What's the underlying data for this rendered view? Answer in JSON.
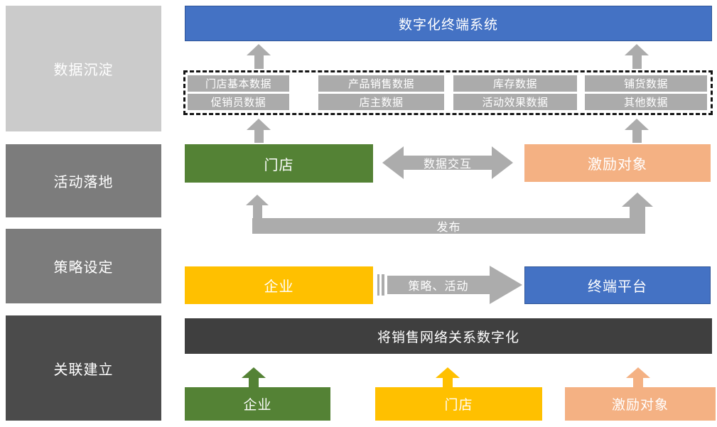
{
  "stages": [
    "数据沉淀",
    "活动落地",
    "策略设定",
    "关联建立"
  ],
  "top_bar": {
    "label": "数字化终端系统"
  },
  "data_boxes": {
    "row1": [
      "门店基本数据",
      "产品销售数据",
      "库存数据",
      "铺货数据"
    ],
    "row2": [
      "促销员数据",
      "店主数据",
      "活动效果数据",
      "其他数据"
    ]
  },
  "activity": {
    "store": "门店",
    "data_exchange": "数据交互",
    "incentive": "激励对象",
    "publish": "发布"
  },
  "strategy": {
    "enterprise": "企业",
    "arrow_label": "策略、活动",
    "platform": "终端平台"
  },
  "relation": {
    "banner": "将销售网络关系数字化",
    "enterprise": "企业",
    "store": "门店",
    "incentive": "激励对象"
  },
  "colors": {
    "blue": "#4472C4",
    "blue_border": "#2F5597",
    "green": "#548235",
    "yellow": "#FFC000",
    "orange": "#F4B183",
    "gray_arrow": "#ACACAC",
    "gray_box": "#ABABAB",
    "gray_light": "#CBCBCB",
    "gray_mid": "#7C7C7C",
    "gray_dark": "#4B4B4B",
    "banner_dark": "#3F3F3F"
  }
}
